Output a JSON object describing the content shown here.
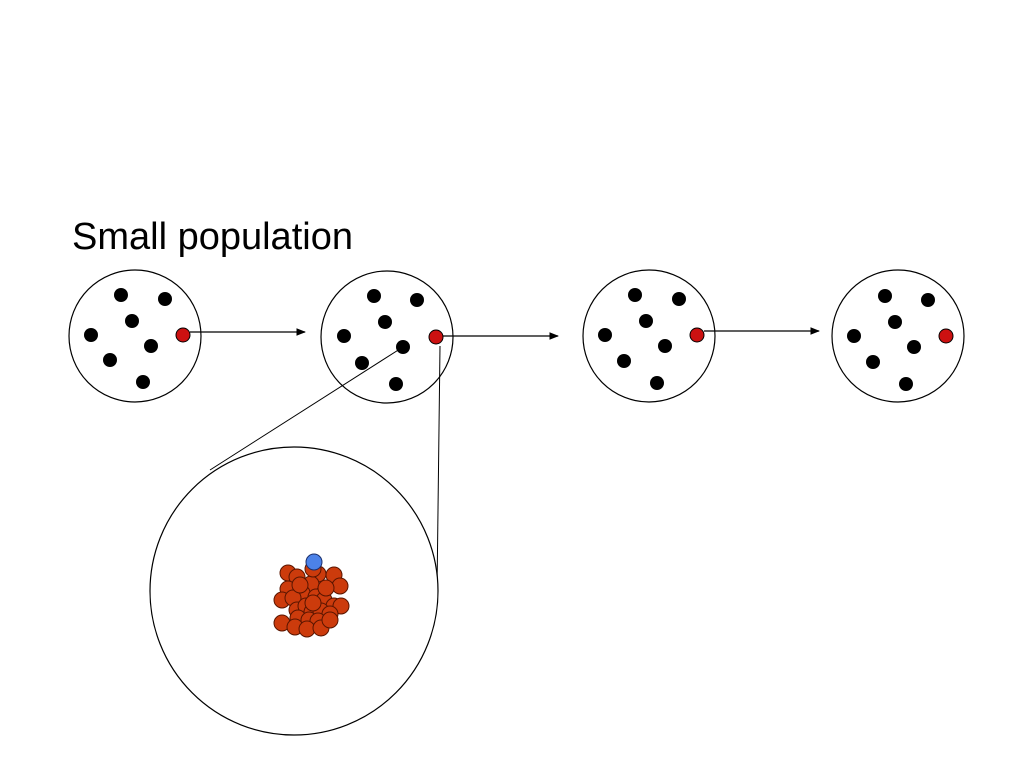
{
  "slide": {
    "title": "Small population"
  },
  "colors": {
    "individual": "#000000",
    "mutant": "#cc1111",
    "cell": "#cc3b0c",
    "mutant_cell": "#4c82e8",
    "outline": "#000000",
    "background": "#ffffff"
  },
  "diagram": {
    "generations": 4,
    "individuals_per_generation": 8,
    "mutant_present_in_generation": [
      true,
      true,
      true,
      true
    ],
    "magnified_individual": "generation-2-individual",
    "magnified_cells": 31,
    "magnified_mutant_cells": 1
  }
}
